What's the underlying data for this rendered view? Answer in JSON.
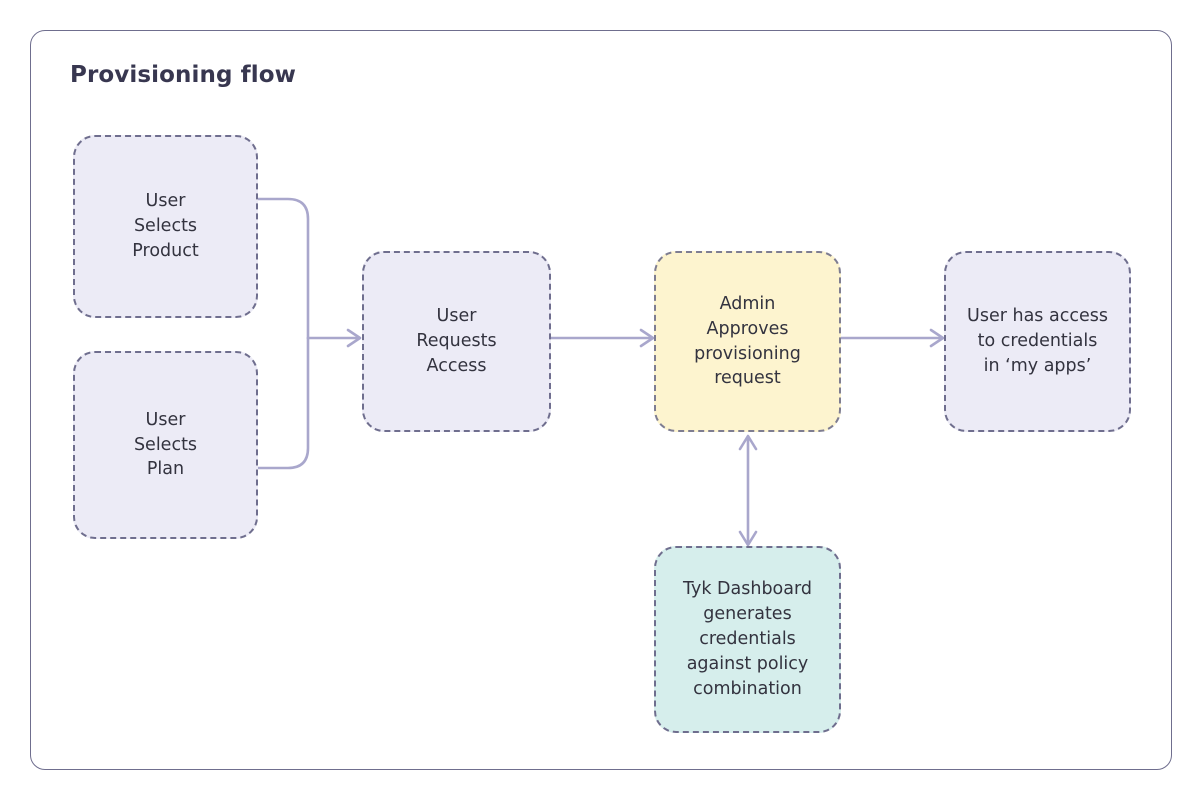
{
  "diagram": {
    "title": "Provisioning flow",
    "type": "flowchart",
    "colors": {
      "frame_border": "#6f6e8e",
      "title_text": "#383750",
      "node_border": "#6f6e8e",
      "node_text": "#33333f",
      "fill_lavender": "#ecebf6",
      "fill_yellow": "#fdf4cf",
      "fill_teal": "#d6eeec",
      "connector": "#a9a7cc",
      "background": "#ffffff"
    },
    "nodes": [
      {
        "id": "select-product",
        "label": "User\nSelects\nProduct",
        "fill": "lavender",
        "border_style": "dashed"
      },
      {
        "id": "select-plan",
        "label": "User\nSelects\nPlan",
        "fill": "lavender",
        "border_style": "dashed"
      },
      {
        "id": "request-access",
        "label": "User\nRequests\nAccess",
        "fill": "lavender",
        "border_style": "dashed"
      },
      {
        "id": "admin-approves",
        "label": "Admin\nApproves\nprovisioning\nrequest",
        "fill": "yellow",
        "border_style": "dashed"
      },
      {
        "id": "user-access",
        "label": "User has access\nto credentials\nin ‘my apps’",
        "fill": "lavender",
        "border_style": "dashed"
      },
      {
        "id": "tyk-dashboard",
        "label": "Tyk Dashboard\ngenerates\ncredentials\nagainst policy\ncombination",
        "fill": "teal",
        "border_style": "dashed"
      }
    ],
    "edges": [
      {
        "id": "product-to-request",
        "from": "select-product",
        "to": "request-access",
        "arrow": "single",
        "label": ""
      },
      {
        "id": "plan-to-request",
        "from": "select-plan",
        "to": "request-access",
        "arrow": "single",
        "label": ""
      },
      {
        "id": "request-to-admin",
        "from": "request-access",
        "to": "admin-approves",
        "arrow": "single",
        "label": ""
      },
      {
        "id": "admin-to-user-access",
        "from": "admin-approves",
        "to": "user-access",
        "arrow": "single",
        "label": ""
      },
      {
        "id": "admin-tyk-bidirectional",
        "from": "admin-approves",
        "to": "tyk-dashboard",
        "arrow": "double",
        "label": ""
      }
    ]
  }
}
